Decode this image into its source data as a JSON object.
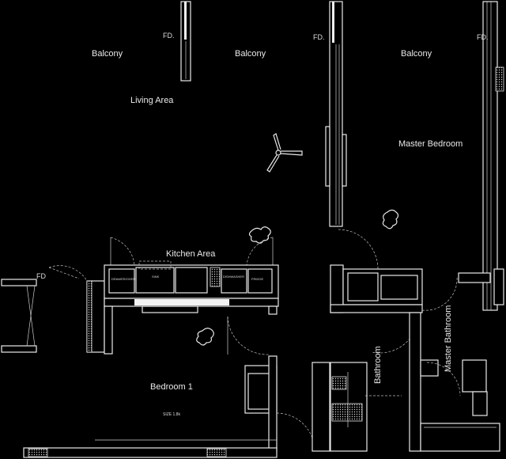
{
  "labels": {
    "fd_top_left": "FD.",
    "fd_top_mid": "FD.",
    "fd_top_right": "FD.",
    "fd_left": "FD",
    "balcony_1": "Balcony",
    "balcony_2": "Balcony",
    "balcony_3": "Balcony",
    "living_area": "Living Area",
    "master_bedroom": "Master Bedroom",
    "kitchen_area": "Kitchen Area",
    "bedroom_1": "Bedroom 1",
    "bathroom": "Bathroom",
    "master_bathroom": "Master Bathroom",
    "size_note": "SIZE 1.8k"
  },
  "kitchen_units": {
    "unit_1": "DRAWER/OVEN",
    "unit_2": "SINK",
    "unit_3": "DISHWASHER",
    "unit_4": "FRIDGE"
  }
}
